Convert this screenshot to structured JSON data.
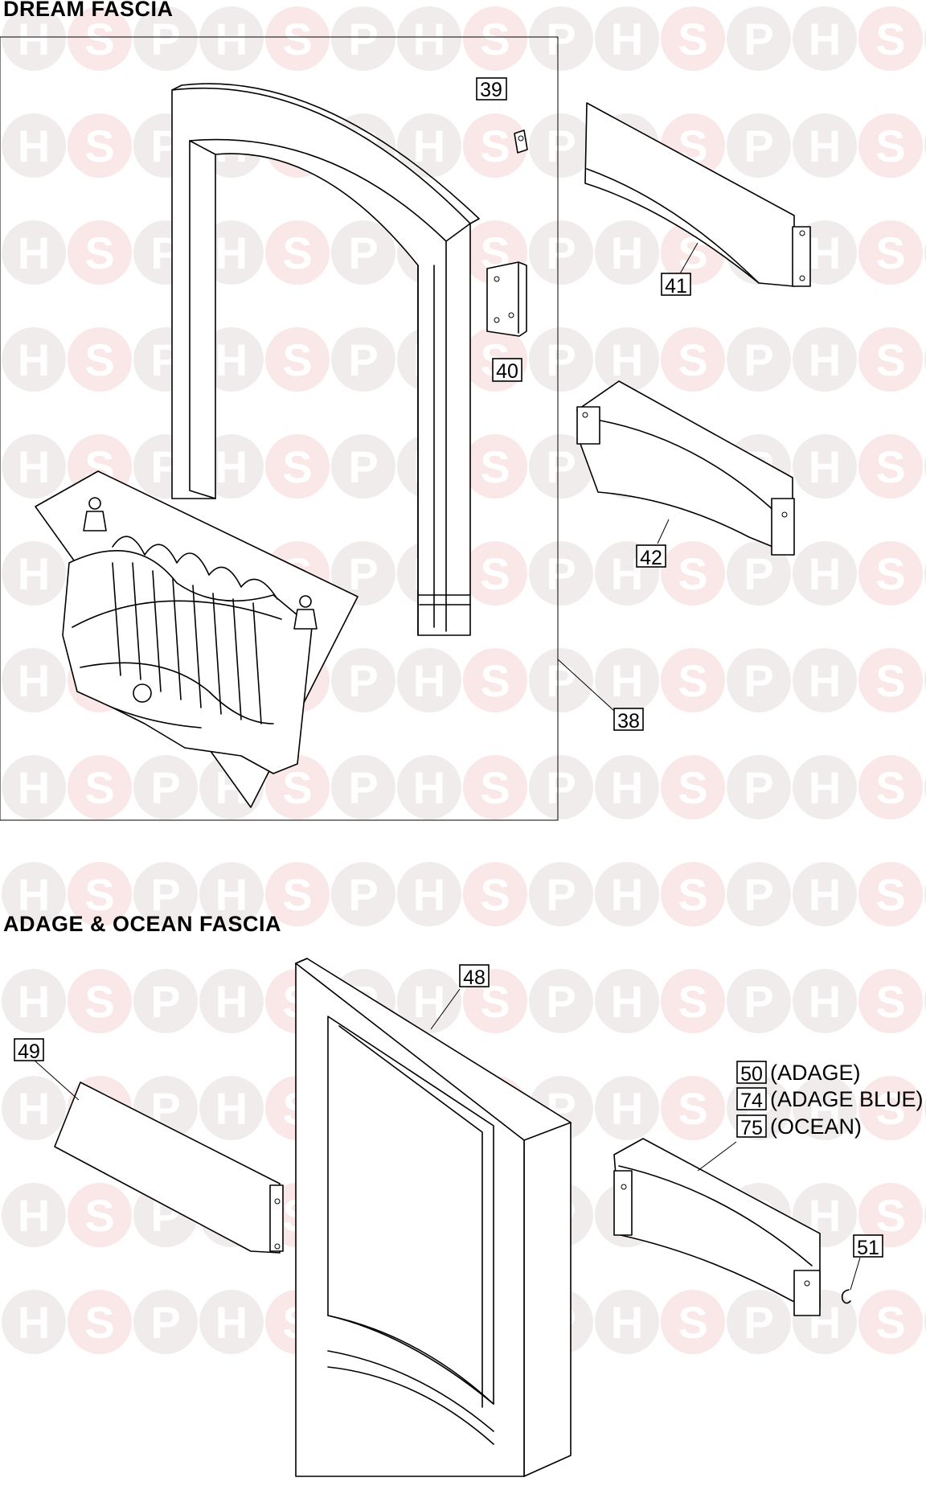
{
  "watermark": {
    "letters": [
      "H",
      "S",
      "P"
    ],
    "color_grey": "#f0ecec",
    "color_pink": "#fae7e7"
  },
  "sections": [
    {
      "title": "DREAM FASCIA",
      "parts": [
        {
          "number": "38",
          "label": ""
        },
        {
          "number": "39",
          "label": ""
        },
        {
          "number": "40",
          "label": ""
        },
        {
          "number": "41",
          "label": ""
        },
        {
          "number": "42",
          "label": ""
        }
      ]
    },
    {
      "title": "ADAGE & OCEAN FASCIA",
      "parts": [
        {
          "number": "48",
          "label": ""
        },
        {
          "number": "49",
          "label": ""
        },
        {
          "number": "50",
          "label": "(ADAGE)"
        },
        {
          "number": "74",
          "label": "(ADAGE BLUE)"
        },
        {
          "number": "75",
          "label": "(OCEAN)"
        },
        {
          "number": "51",
          "label": ""
        }
      ]
    }
  ]
}
